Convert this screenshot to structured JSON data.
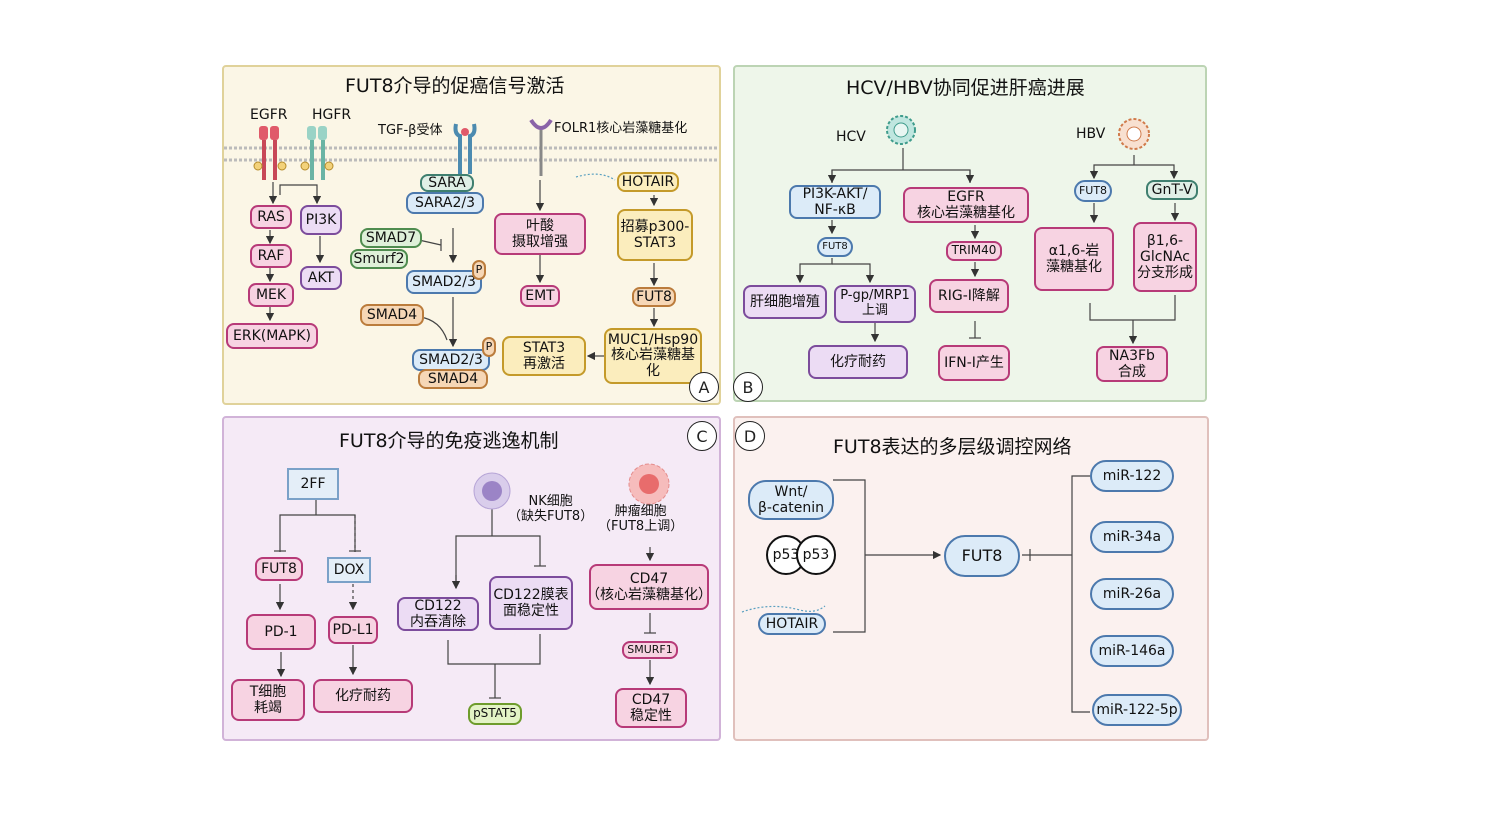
{
  "panelA": {
    "title": "FUT8介导的促癌信号激活",
    "egfr": "EGFR",
    "hgfr": "HGFR",
    "tgf": "TGF-β受体",
    "folr": "FOLR1核心岩藻糖基化",
    "ras": "RAS",
    "raf": "RAF",
    "mek": "MEK",
    "erk": "ERK(MAPK)",
    "pi3k": "PI3K",
    "akt": "AKT",
    "sara": "SARA",
    "sara23": "SARA2/3",
    "smad7": "SMAD7",
    "smurf2": "Smurf2",
    "smad23": "SMAD2/3",
    "smad4": "SMAD4",
    "smad23b": "SMAD2/3",
    "smad4b": "SMAD4",
    "p": "P",
    "folate": "叶酸\n摄取增强",
    "emt": "EMT",
    "hotair": "HOTAIR",
    "recruit": "招募p300-\nSTAT3",
    "fut8": "FUT8",
    "muc1": "MUC1/Hsp90\n核心岩藻糖基\n化",
    "stat3": "STAT3\n再激活"
  },
  "panelB": {
    "title": "HCV/HBV协同促进肝癌进展",
    "hcv": "HCV",
    "hbv": "HBV",
    "pi3kakt": "PI3K-AKT/\nNF-κB",
    "egfr": "EGFR\n核心岩藻糖基化",
    "fut8a": "FUT8",
    "trim40": "TRIM40",
    "hep": "肝细胞增殖",
    "pgp": "P-gp/MRP1\n上调",
    "rig": "RIG-I降解",
    "chemo": "化疗耐药",
    "ifn": "IFN-I产生",
    "fut8b": "FUT8",
    "gntv": "GnT-V",
    "a16": "α1,6-岩\n藻糖基化",
    "b16": "β1,6-\nGlcNAc\n分支形成",
    "na3fb": "NA3Fb\n合成"
  },
  "panelC": {
    "title": "FUT8介导的免疫逃逸机制",
    "ff2": "2FF",
    "fut8": "FUT8",
    "dox": "DOX",
    "pd1": "PD-1",
    "pdl1": "PD-L1",
    "tcell": "T细胞\n耗竭",
    "chemo": "化疗耐药",
    "nk": "NK细胞\n（缺失FUT8）",
    "tumor": "肿瘤细胞\n（FUT8上调）",
    "cd122a": "CD122\n内吞清除",
    "cd122b": "CD122膜表\n面稳定性",
    "pstat5": "pSTAT5",
    "cd47": "CD47\n（核心岩藻糖基化）",
    "smurf1": "SMURF1",
    "cd47s": "CD47\n稳定性"
  },
  "panelD": {
    "title": "FUT8表达的多层级调控网络",
    "wnt": "Wnt/\nβ-catenin",
    "p53a": "p53",
    "p53b": "p53",
    "hotair": "HOTAIR",
    "fut8": "FUT8",
    "mirs": [
      "miR-122",
      "miR-34a",
      "miR-26a",
      "miR-146a",
      "miR-122-5p"
    ]
  },
  "markers": {
    "a": "A",
    "b": "B",
    "c": "C",
    "d": "D"
  }
}
